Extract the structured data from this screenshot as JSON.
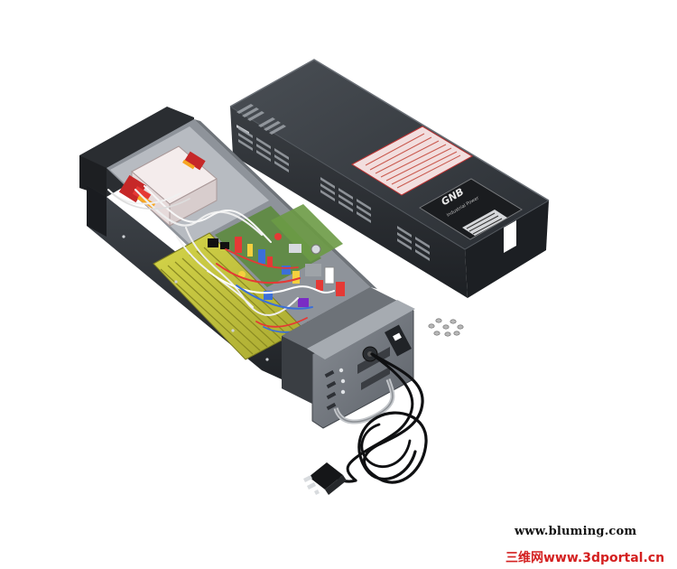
{
  "image": {
    "subject": "power supply unit",
    "cover_brand": "GNB",
    "cover_subtitle": "Industrial Power"
  },
  "watermarks": {
    "site": "www.bluming.com",
    "portal": "三维网www.3dportal.cn"
  }
}
